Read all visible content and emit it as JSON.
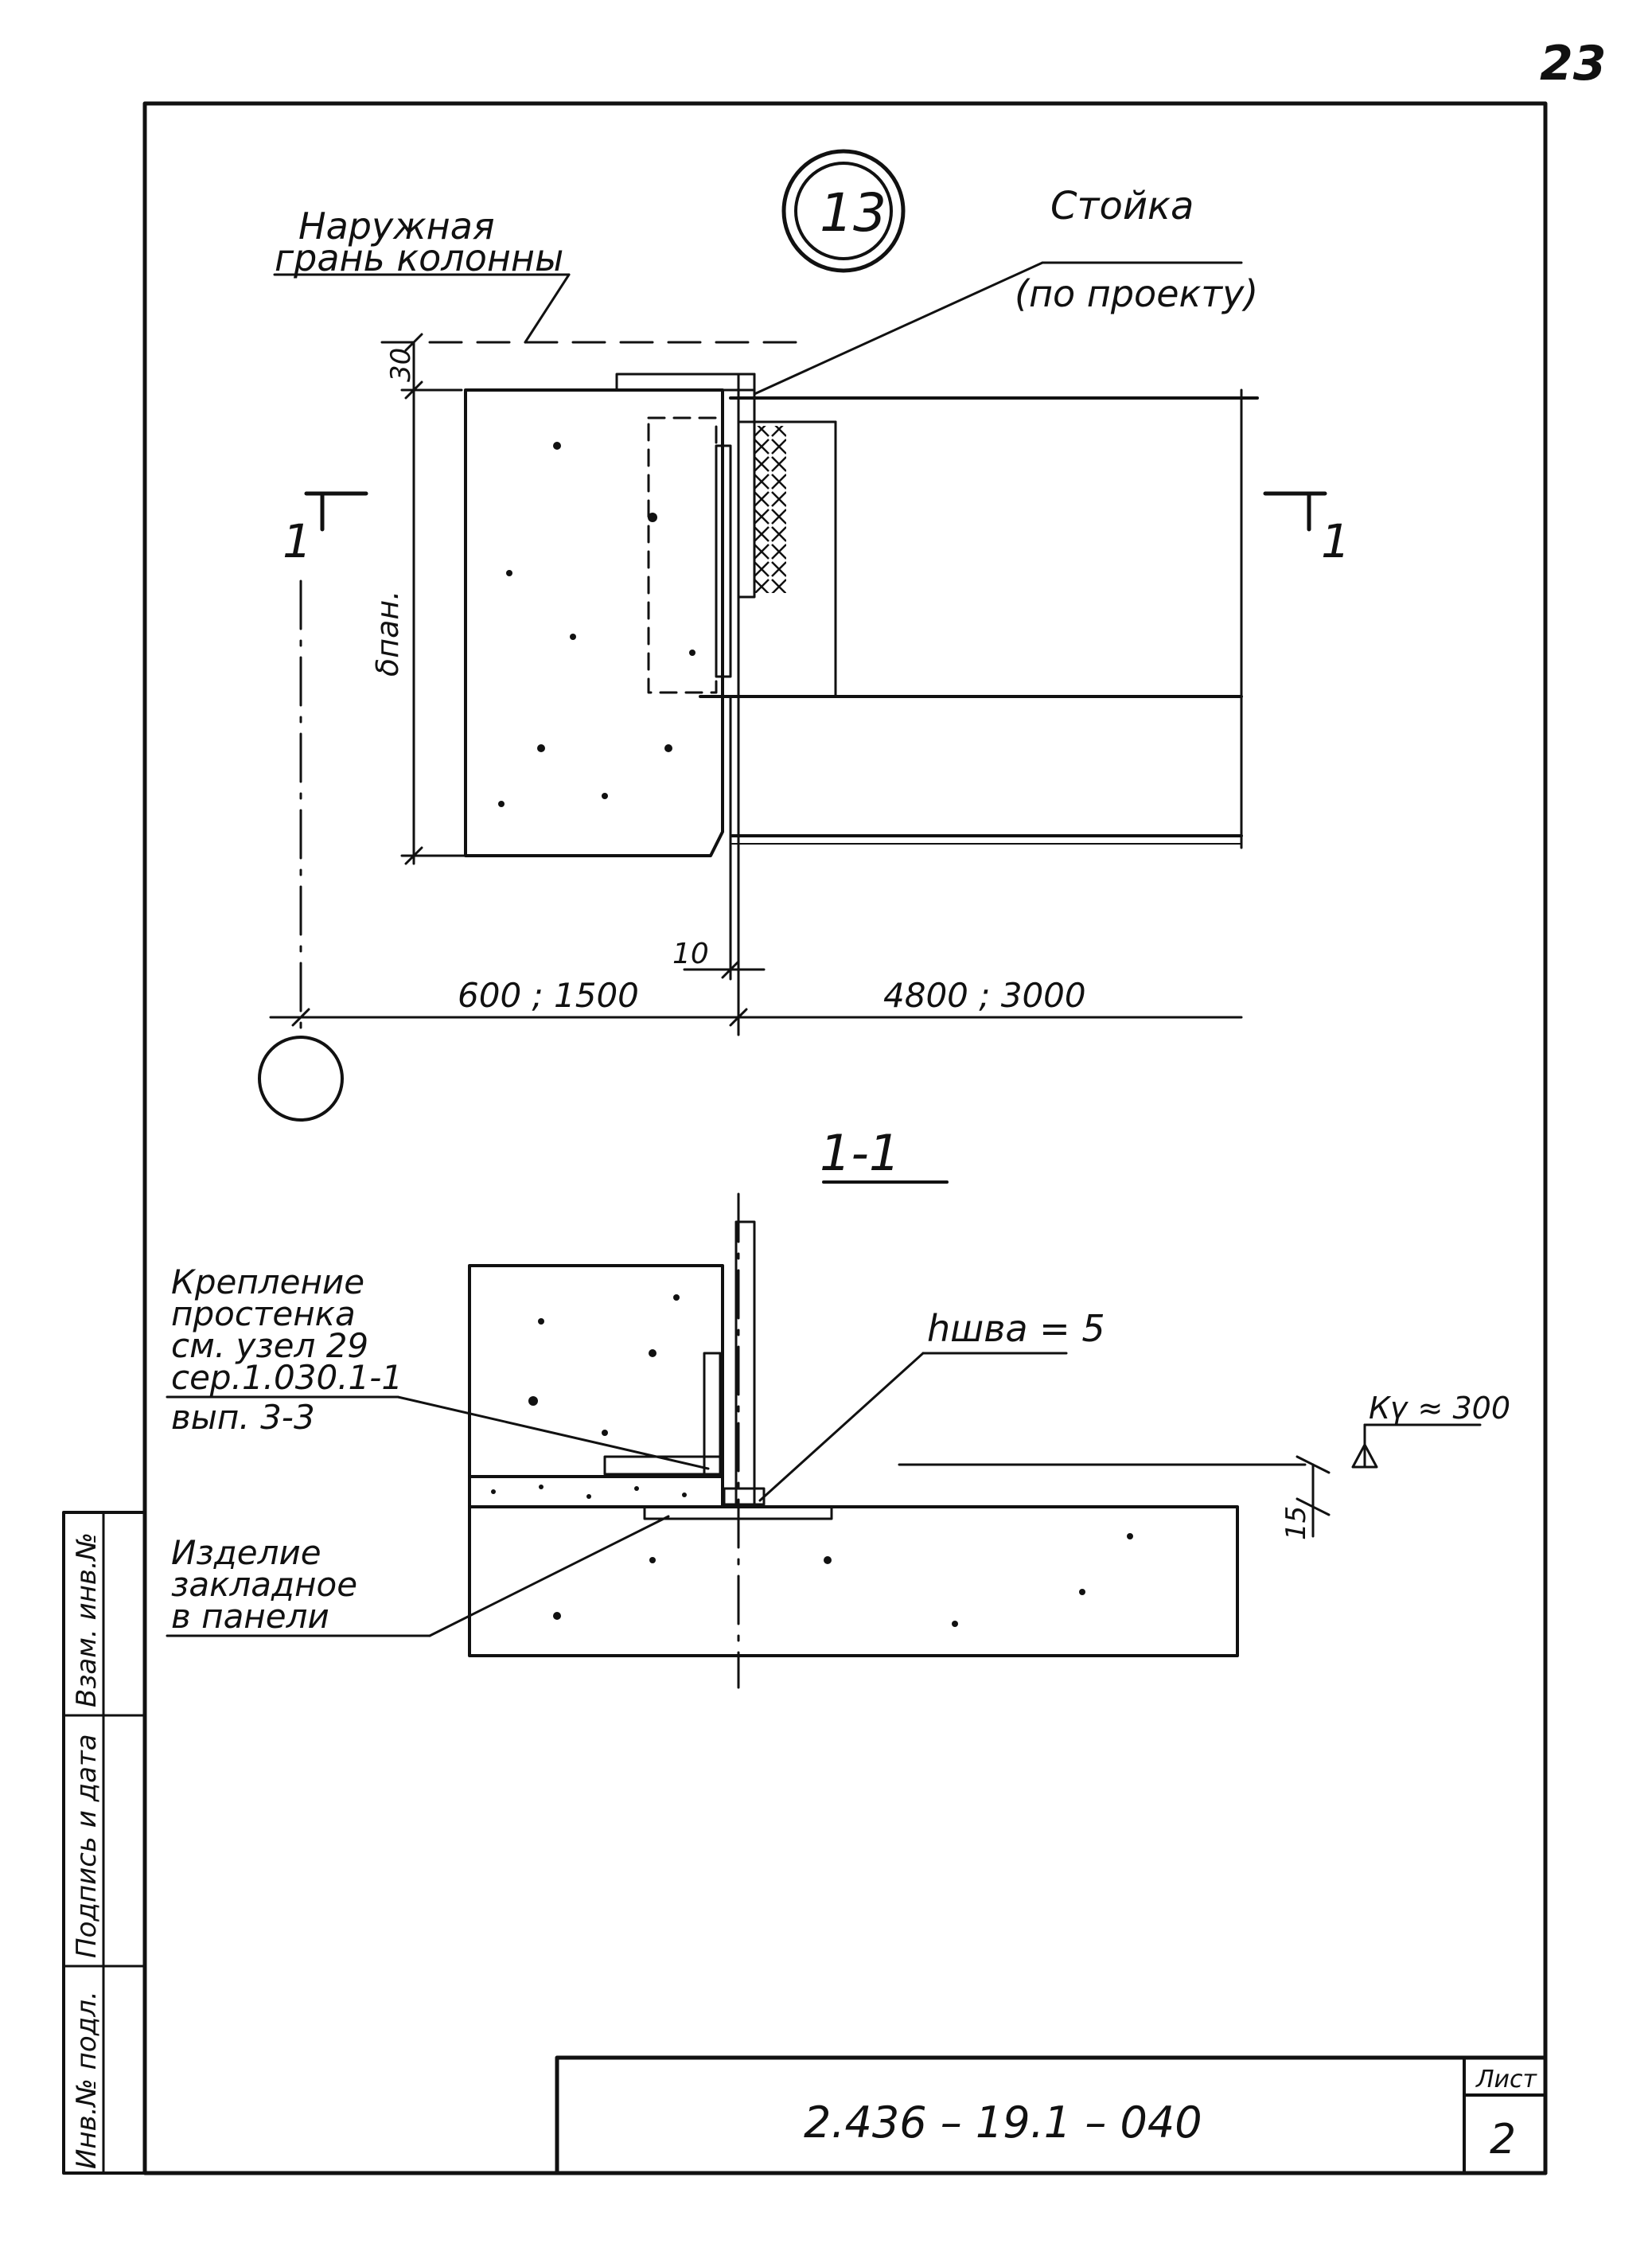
{
  "sheet": {
    "page_number": "23",
    "node_number": "13",
    "section_mark": "1",
    "section_title": "1-1",
    "designation": "2.436 – 19.1 – 040",
    "sheet_label": "Лист",
    "sheet_number": "2"
  },
  "plan": {
    "label_outer_face_line1": "Наружная",
    "label_outer_face_line2": "грань колонны",
    "label_post_line1": "Стойка",
    "label_post_line2": "(по проекту)",
    "dim_30": "30",
    "dim_panel_thickness": "δпан.",
    "dim_10": "10",
    "dim_left": "600 ; 1500",
    "dim_right": "4800 ; 3000"
  },
  "section": {
    "label_fastening_line1": "Крепление",
    "label_fastening_line2": "простенка",
    "label_fastening_line3": "см. узел 29",
    "label_fastening_line4": "сер.1.030.1-1",
    "label_fastening_line5": "вып. 3-3",
    "label_weld": "hшва = 5",
    "label_embedded_line1": "Изделие",
    "label_embedded_line2": "закладное",
    "label_embedded_line3": "в панели",
    "dim_level": "Кү ≈ 300",
    "dim_15": "15"
  },
  "margin_stamp": {
    "field_1": "Инв.№ подл.",
    "field_2": "Подпись и дата",
    "field_3": "Взам. инв.№"
  }
}
